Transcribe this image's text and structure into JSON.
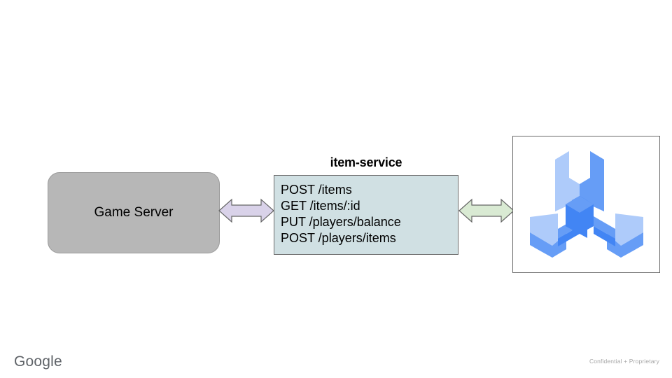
{
  "slide": {
    "background_color": "#ffffff"
  },
  "nodes": {
    "game_server": {
      "label": "Game Server",
      "fill_color": "#b7b7b7",
      "border_color": "#999999"
    },
    "item_service": {
      "title": "item-service",
      "fill_color": "#d0e0e3",
      "border_color": "#6b6b6b",
      "endpoints": [
        "POST /items",
        "GET /items/:id",
        "PUT /players/balance",
        "POST /players/items"
      ]
    }
  },
  "connectors": {
    "left": {
      "name": "game-server-to-item-service",
      "style": "double-headed-arrow",
      "fill_color": "#d9d2e9",
      "border_color": "#666666"
    },
    "right": {
      "name": "item-service-to-tools",
      "style": "double-headed-arrow",
      "fill_color": "#d9ead3",
      "border_color": "#666666"
    }
  },
  "logo": {
    "name": "isometric-three-prong-wrench-icon",
    "frame_border_color": "#6b6b6b",
    "colors": {
      "light": "#aecbfa",
      "medium": "#669df6",
      "dark": "#4285f4"
    }
  },
  "footer": {
    "brand": "Google",
    "brand_color": "#5f6368",
    "confidential": "Confidential + Proprietary",
    "confidential_color": "#a6a6a6"
  }
}
